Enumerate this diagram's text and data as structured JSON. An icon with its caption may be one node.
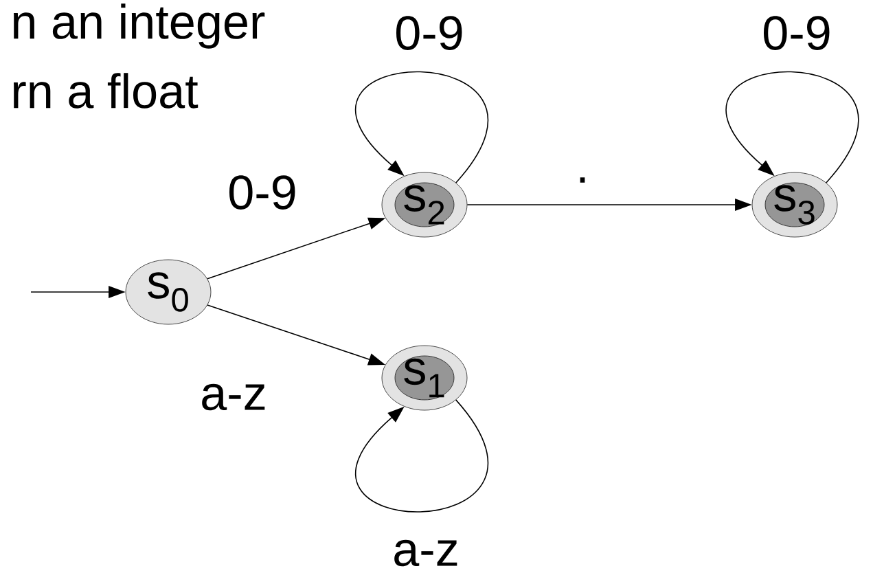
{
  "diagram": {
    "nodes": [
      {
        "text": [
          "s$_{0}$"
        ]
      },
      {
        "text": [
          "s$_{1}$"
        ]
      },
      {
        "text": [
          "s$_{2}$"
        ]
      },
      {
        "text": [
          "s$_{3}$"
        ]
      }
    ],
    "edges": [
      {
        "from": null,
        "to": 0,
        "arrow": "to"
      },
      {
        "from": 0,
        "to": 2,
        "arrow": "to",
        "label": "0-9"
      },
      {
        "from": 0,
        "to": 1,
        "arrow": "to",
        "label": "a-z"
      },
      {
        "from": 2,
        "to": 2,
        "arrow": "to",
        "label": "0-9"
      },
      {
        "from": 2,
        "to": 3,
        "arrow": "to",
        "label": "."
      },
      {
        "from": 3,
        "to": 3,
        "arrow": "to",
        "label": "0-9"
      },
      {
        "from": 1,
        "to": 1,
        "arrow": "to",
        "label": "a-z"
      }
    ],
    "labels": [
      "n an integer",
      "rn a float"
    ]
  }
}
